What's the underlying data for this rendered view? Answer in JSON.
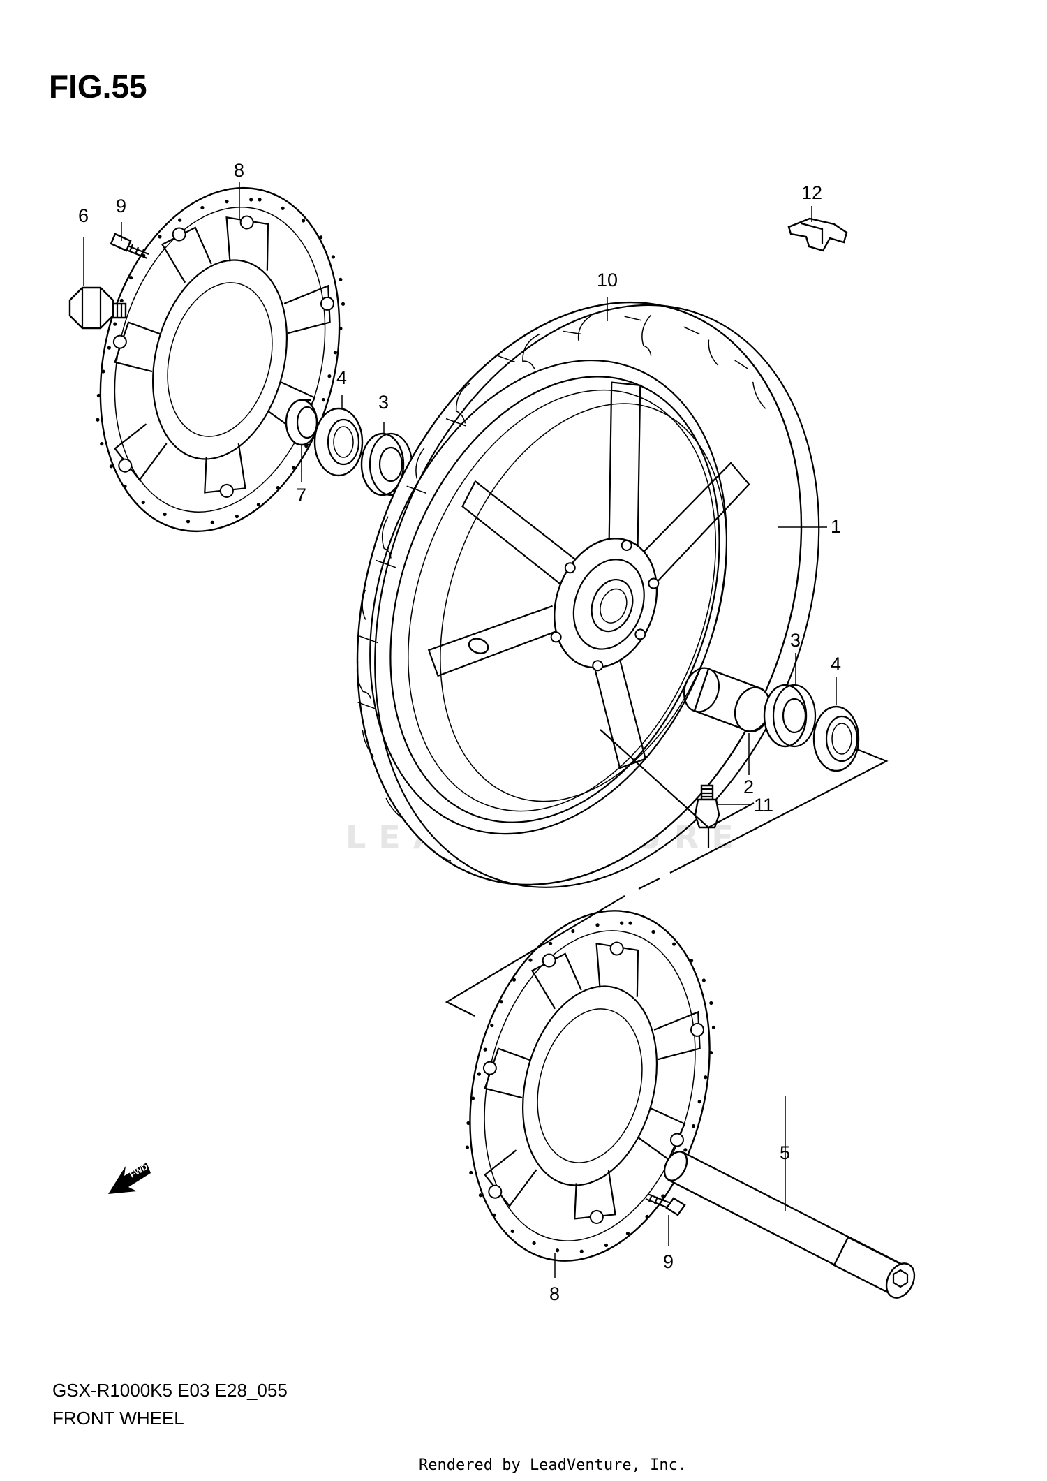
{
  "figure": {
    "title": "FIG.55"
  },
  "callouts": [
    {
      "id": "c1",
      "label": "1"
    },
    {
      "id": "c2",
      "label": "2"
    },
    {
      "id": "c3a",
      "label": "3"
    },
    {
      "id": "c3b",
      "label": "3"
    },
    {
      "id": "c4a",
      "label": "4"
    },
    {
      "id": "c4b",
      "label": "4"
    },
    {
      "id": "c5",
      "label": "5"
    },
    {
      "id": "c6",
      "label": "6"
    },
    {
      "id": "c7",
      "label": "7"
    },
    {
      "id": "c8a",
      "label": "8"
    },
    {
      "id": "c8b",
      "label": "8"
    },
    {
      "id": "c9a",
      "label": "9"
    },
    {
      "id": "c9b",
      "label": "9"
    },
    {
      "id": "c10",
      "label": "10"
    },
    {
      "id": "c11",
      "label": "11"
    },
    {
      "id": "c12",
      "label": "12"
    }
  ],
  "fwd_label": "FWD",
  "caption": {
    "model_code": "GSX-R1000K5 E03 E28_055",
    "name": "FRONT WHEEL"
  },
  "watermark": "LEADVENTURE",
  "footer": "Rendered by LeadVenture, Inc."
}
